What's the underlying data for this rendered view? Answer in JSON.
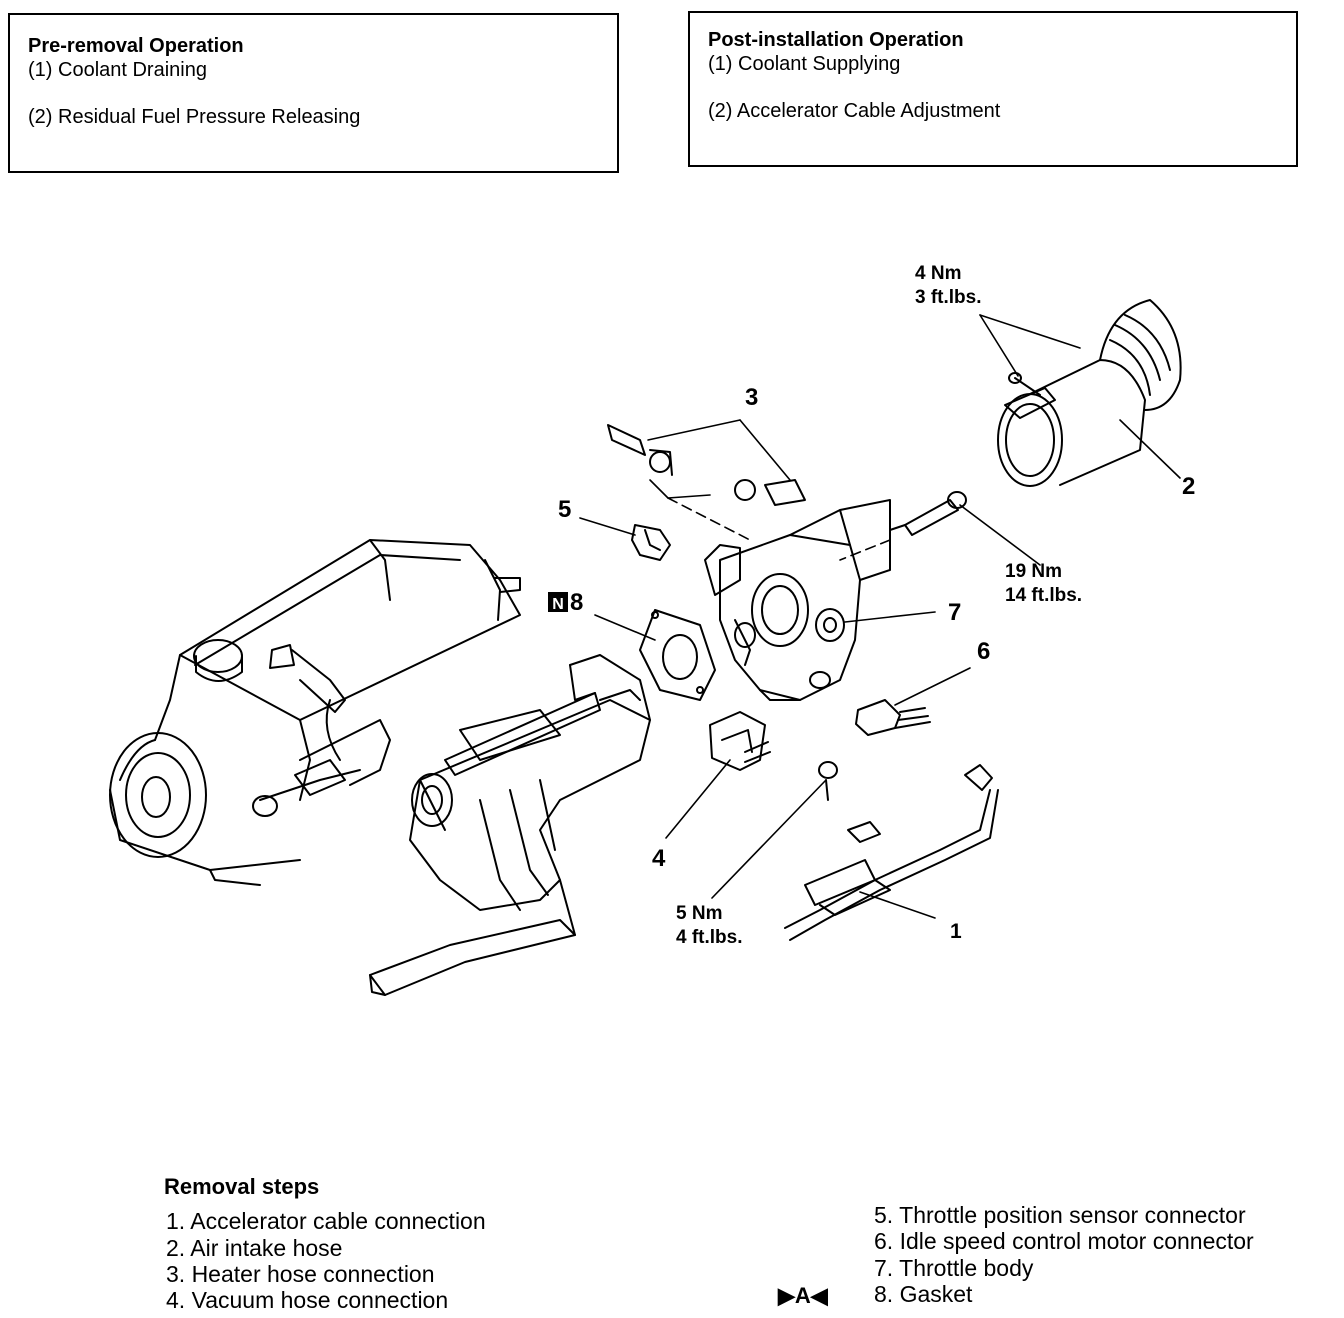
{
  "pre_removal": {
    "title": "Pre-removal Operation",
    "items": [
      "(1)  Coolant Draining",
      "(2)  Residual Fuel Pressure Releasing"
    ]
  },
  "post_installation": {
    "title": "Post-installation Operation",
    "items": [
      "(1)  Coolant Supplying",
      "(2)  Accelerator Cable Adjustment"
    ]
  },
  "callouts": {
    "c1": "1",
    "c2": "2",
    "c3": "3",
    "c4": "4",
    "c5": "5",
    "c6": "6",
    "c7": "7",
    "c8": "8",
    "n_mark": "N"
  },
  "torque": {
    "air_hose": [
      "4 Nm",
      "3 ft.lbs."
    ],
    "throttle_bolt": [
      "19 Nm",
      "14 ft.lbs."
    ],
    "cable_bolt": [
      "5 Nm",
      "4 ft.lbs."
    ]
  },
  "removal_steps": {
    "title": "Removal steps",
    "items": [
      "1. Accelerator cable connection",
      "2. Air intake hose",
      "3. Heater hose connection",
      "4. Vacuum hose connection",
      "5. Throttle position sensor connector",
      "6. Idle speed control motor connector",
      "7. Throttle body",
      "8. Gasket"
    ],
    "marker": "▶A◀"
  }
}
